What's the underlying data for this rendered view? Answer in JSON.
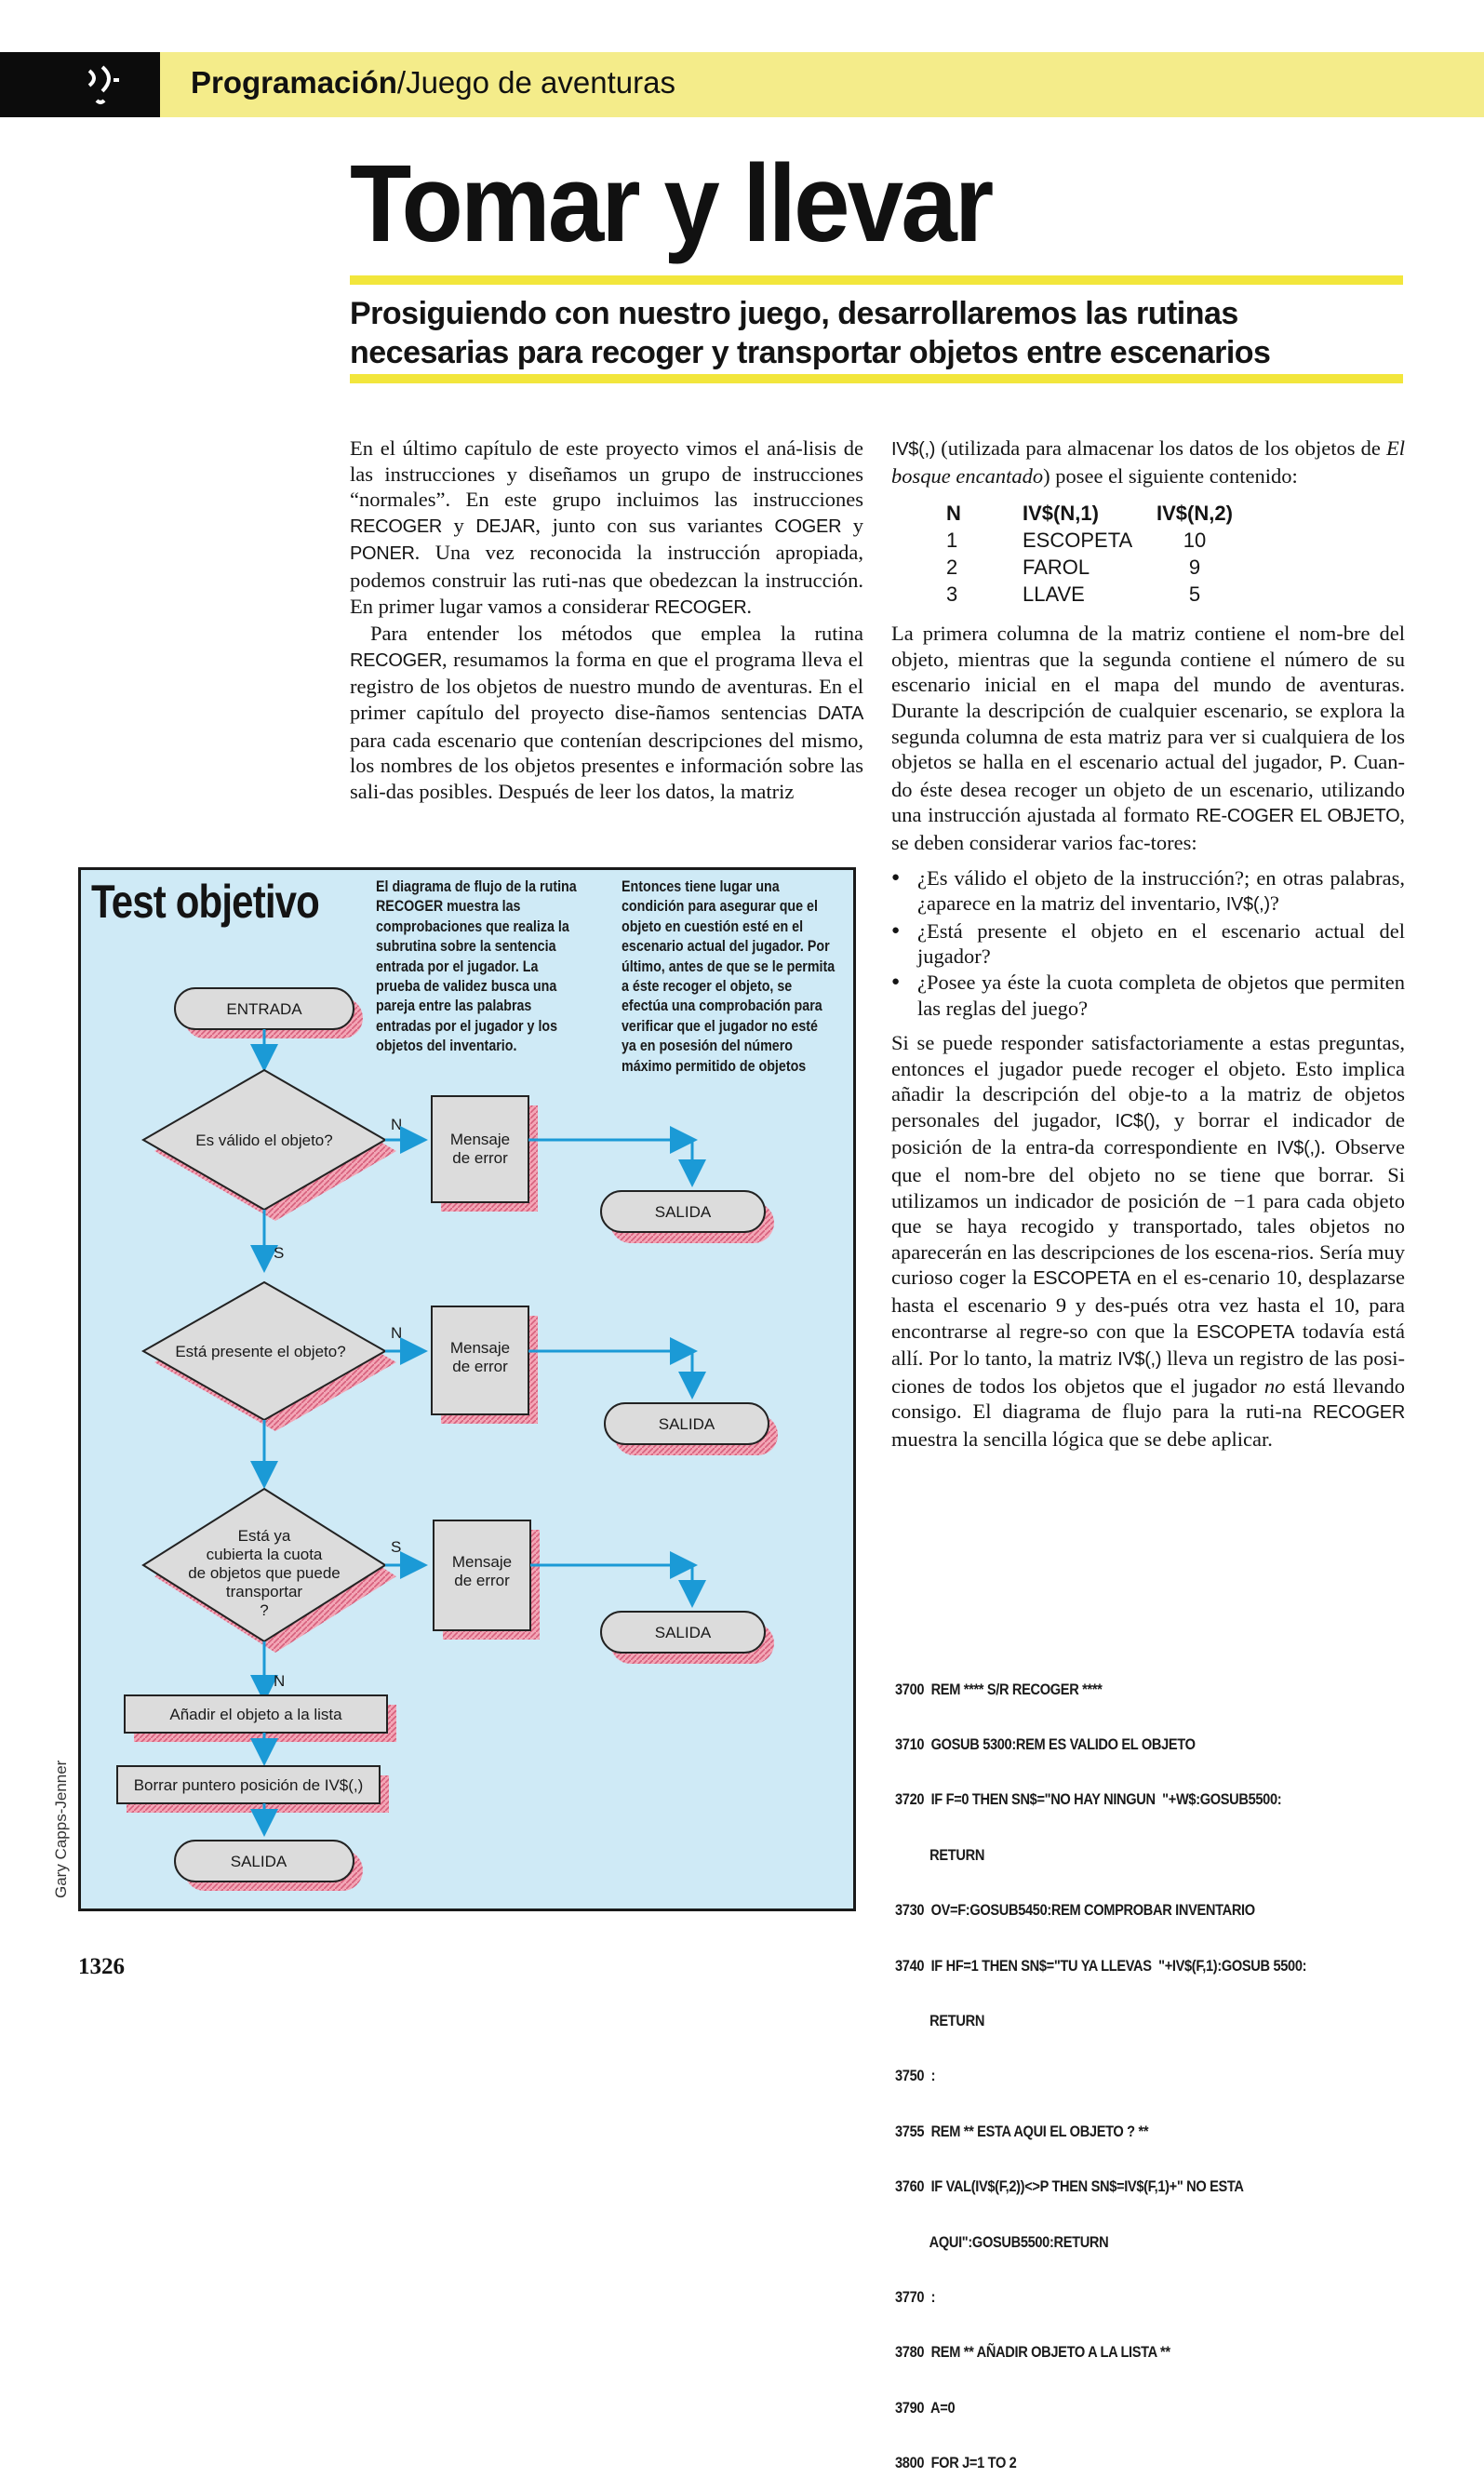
{
  "header": {
    "section_bold": "Programación",
    "section_rest": "/Juego de aventuras"
  },
  "title": "Tomar y llevar",
  "subtitle": "Prosiguiendo con nuestro juego, desarrollaremos las rutinas necesarias para recoger y transportar objetos entre escenarios",
  "col1": {
    "p1_a": "En el último capítulo de este proyecto vimos el aná-lisis de las instrucciones y diseñamos un grupo de instrucciones “normales”. En este grupo incluimos las instrucciones ",
    "p1_kw1": "RECOGER",
    "p1_b": " y ",
    "p1_kw2": "DEJAR",
    "p1_c": ", junto con sus variantes ",
    "p1_kw3": "COGER",
    "p1_d": " y ",
    "p1_kw4": "PONER",
    "p1_e": ". Una vez reconocida la instrucción apropiada, podemos construir las ruti-nas que obedezcan la instrucción. En primer lugar vamos a considerar ",
    "p1_kw5": "RECOGER",
    "p1_f": ".",
    "p2_a": "Para entender los métodos que emplea la rutina ",
    "p2_kw1": "RECOGER",
    "p2_b": ", resumamos la forma en que el programa lleva el registro de los objetos de nuestro mundo de aventuras. En el primer capítulo del proyecto dise-ñamos sentencias ",
    "p2_kw2": "DATA",
    "p2_c": " para cada escenario que contenían descripciones del mismo, los nombres de los objetos presentes e información sobre las sali-das posibles. Después de leer los datos, la matriz"
  },
  "col2": {
    "p1_kw": "IV$(,)",
    "p1_a": " (utilizada para almacenar los datos de los objetos de ",
    "p1_em": "El bosque encantado",
    "p1_b": ") posee el siguiente contenido:",
    "table": {
      "headers": [
        "N",
        "IV$(N,1)",
        "IV$(N,2)"
      ],
      "rows": [
        [
          "1",
          "ESCOPETA",
          "10"
        ],
        [
          "2",
          "FAROL",
          "9"
        ],
        [
          "3",
          "LLAVE",
          "5"
        ]
      ]
    },
    "p2_a": "La primera columna de la matriz contiene el nom-bre del objeto, mientras que la segunda contiene el número de su escenario inicial en el mapa del mundo de aventuras. Durante la descripción de cualquier escenario, se explora la segunda columna de esta matriz para ver si cualquiera de los objetos se halla en el escenario actual del jugador, ",
    "p2_kw1": "P",
    "p2_b": ". Cuan-do éste desea recoger un objeto de un escenario, utilizando una instrucción ajustada al formato ",
    "p2_kw2": "RE-COGER EL OBJETO",
    "p2_c": ", se deben considerar varios fac-tores:",
    "b1_a": "¿Es válido el objeto de la instrucción?; en otras palabras, ¿aparece en la matriz del inventario, ",
    "b1_kw": "IV$(,)",
    "b1_b": "?",
    "b2": "¿Está presente el objeto en el escenario actual del jugador?",
    "b3": "¿Posee ya éste la cuota completa de objetos que permiten las reglas del juego?",
    "p3_a": "Si se puede responder satisfactoriamente a estas preguntas, entonces el jugador puede recoger el objeto. Esto implica añadir la descripción del obje-to a la matriz de objetos personales del jugador, ",
    "p3_kw1": "IC$()",
    "p3_b": ", y borrar el indicador de posición de la entra-da correspondiente en ",
    "p3_kw2": "IV$(,)",
    "p3_c": ". Observe que el nom-bre del objeto no se tiene que borrar. Si utilizamos un indicador de posición de −1 para cada objeto que se haya recogido y transportado, tales objetos no aparecerán en las descripciones de los escena-rios. Sería muy curioso coger la ",
    "p3_kw3": "ESCOPETA",
    "p3_d": " en el es-cenario 10, desplazarse hasta el escenario 9 y des-pués otra vez hasta el 10, para encontrarse al regre-so con que la ",
    "p3_kw4": "ESCOPETA",
    "p3_e": " todavía está allí. Por lo tanto, la matriz ",
    "p3_kw5": "IV$(,)",
    "p3_f": " lleva un registro de las posi-ciones de todos los objetos que el jugador ",
    "p3_em": "no",
    "p3_g": " está llevando consigo. El diagrama de flujo para la ruti-na ",
    "p3_kw6": "RECOGER",
    "p3_h": " muestra la sencilla lógica que se debe aplicar."
  },
  "code": [
    "3700  REM **** S/R RECOGER ****",
    "3710  GOSUB 5300:REM ES VALIDO EL OBJETO",
    "3720  IF F=0 THEN SN$=\"NO HAY NINGUN  \"+W$:GOSUB5500:",
    "          RETURN",
    "3730  OV=F:GOSUB5450:REM COMPROBAR INVENTARIO",
    "3740  IF HF=1 THEN SN$=\"TU YA LLEVAS  \"+IV$(F,1):GOSUB 5500:",
    "          RETURN",
    "3750  :",
    "3755  REM ** ESTA AQUI EL OBJETO ? **",
    "3760  IF VAL(IV$(F,2))<>P THEN SN$=IV$(F,1)+\" NO ESTA",
    "          AQUI\":GOSUB5500:RETURN",
    "3770  :",
    "3780  REM ** AÑADIR OBJETO A LA LISTA **",
    "3790  A=0",
    "3800  FOR J=1 TO 2"
  ],
  "box": {
    "title": "Test objetivo",
    "note1": "El diagrama de flujo de la rutina RECOGER muestra las comprobaciones que realiza la subrutina sobre la sentencia entrada por el jugador. La prueba de validez busca una pareja entre las palabras entradas por el jugador y los objetos del inventario.",
    "note2": "Entonces tiene lugar una condición para asegurar que el objeto en cuestión esté en el escenario actual del jugador. Por último, antes de que se le permita a éste recoger el objeto, se efectúa una comprobación para verificar que el jugador no esté ya en posesión del número máximo permitido de objetos",
    "flow": {
      "entrada": "ENTRADA",
      "d1": "Es válido el objeto?",
      "d2": "Está presente el objeto?",
      "d3_l1": "Está ya",
      "d3_l2": "cubierta la cuota",
      "d3_l3": "de objetos que puede",
      "d3_l4": "transportar",
      "d3_l5": "?",
      "err_l1": "Mensaje",
      "err_l2": "de error",
      "salida": "SALIDA",
      "n": "N",
      "s": "S",
      "add": "Añadir el objeto a la lista",
      "del": "Borrar puntero posición de IV$(,)"
    }
  },
  "credit": "Gary Capps-Jenner",
  "page_number": "1326",
  "colors": {
    "yellow_band": "#f4ec8a",
    "yellow_rule": "#f2e63c",
    "box_bg": "#cfeaf6",
    "arrow": "#1b9ad6",
    "shadow_pink": "#e0708a"
  }
}
